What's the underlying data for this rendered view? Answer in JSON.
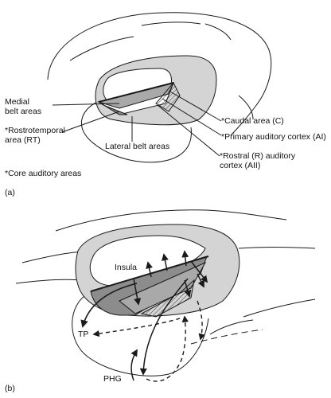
{
  "panel_a": {
    "label": "(a)",
    "labels": {
      "medial_belt": "Medial\nbelt areas",
      "rostrotemporal": "*Rostrotemporal\narea (RT)",
      "core": "*Core auditory areas",
      "lateral_belt": "Lateral belt areas",
      "caudal": "*Caudal area (C)",
      "primary": "*Primary auditory cortex (AI)",
      "rostral": "*Rostral (R) auditory\ncortex (AII)"
    }
  },
  "panel_b": {
    "label": "(b)",
    "labels": {
      "insula": "Insula",
      "tp": "TP",
      "phg": "PHG"
    }
  },
  "colors": {
    "ink": "#1a1a1a",
    "light_gray": "#d4d4d4",
    "mid_gray": "#a9a9a9",
    "dark_gray": "#8c8c8c",
    "white": "#ffffff"
  }
}
